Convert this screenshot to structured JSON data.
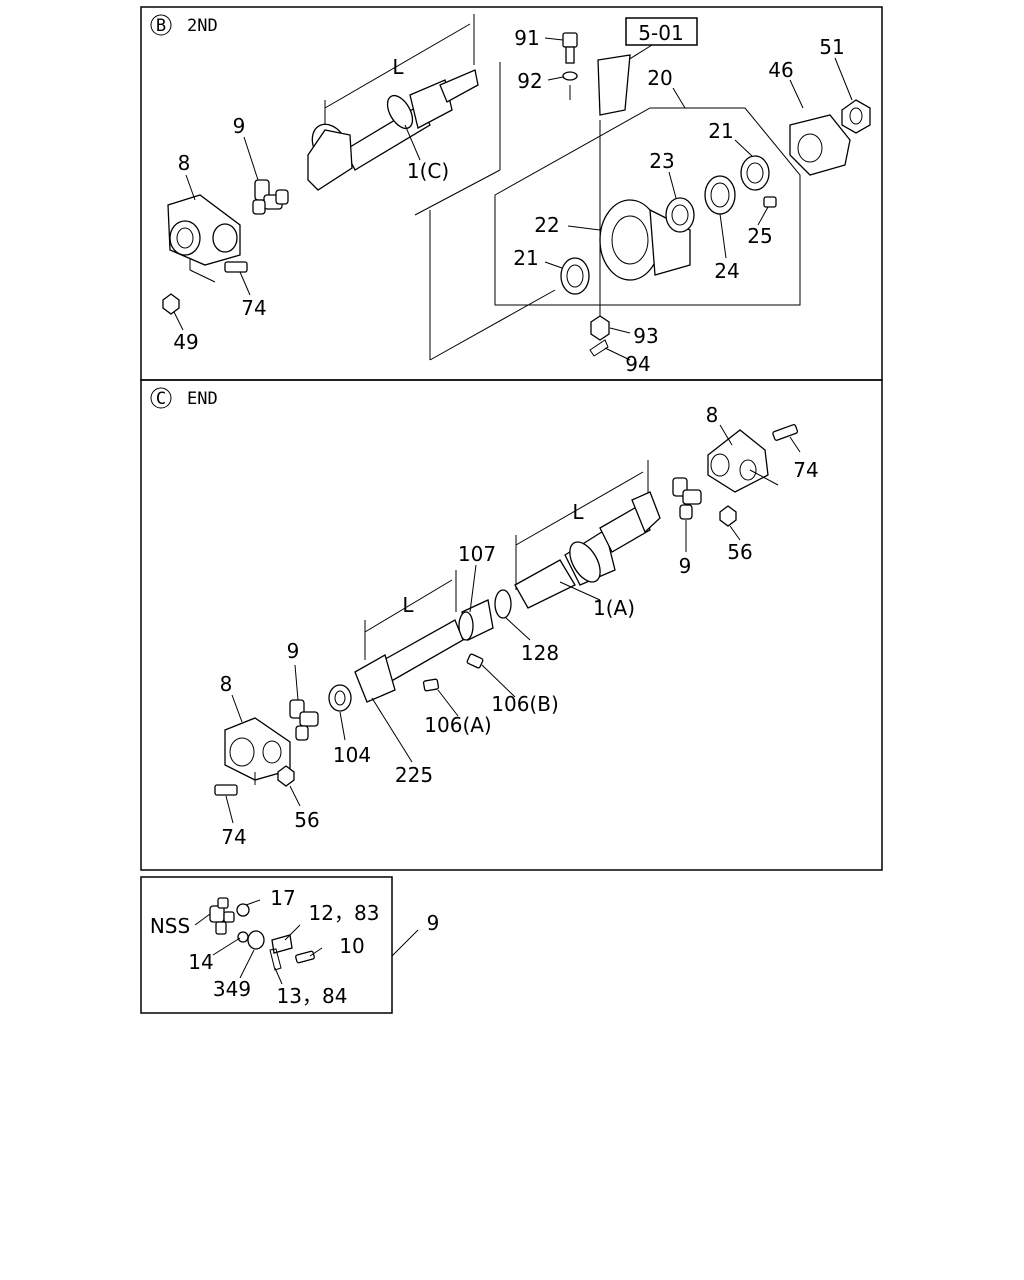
{
  "panels": {
    "b": {
      "circle_letter": "B",
      "title": "2ND",
      "ref_box": "5-01",
      "labels": {
        "l_dim": "L",
        "p91": "91",
        "p92": "92",
        "p20": "20",
        "p51": "51",
        "p46": "46",
        "p9": "9",
        "p8": "8",
        "p1c": "1(C)",
        "p21a": "21",
        "p23": "23",
        "p22": "22",
        "p25": "25",
        "p21b": "21",
        "p24": "24",
        "p74": "74",
        "p49": "49",
        "p93": "93",
        "p94": "94"
      }
    },
    "c": {
      "circle_letter": "C",
      "title": "END",
      "labels": {
        "p8a": "8",
        "p74a": "74",
        "l_dim1": "L",
        "p56a": "56",
        "p9a": "9",
        "p107": "107",
        "p1a": "1(A)",
        "l_dim2": "L",
        "p128": "128",
        "p9b": "9",
        "p106b": "106(B)",
        "p8b": "8",
        "p106a": "106(A)",
        "p104": "104",
        "p225": "225",
        "p74b": "74",
        "p56b": "56"
      }
    },
    "detail": {
      "labels": {
        "p17": "17",
        "p1283": "12，83",
        "nss": "NSS",
        "p10": "10",
        "p14": "14",
        "p349": "349",
        "p1384": "13，84",
        "p9": "9"
      }
    }
  }
}
